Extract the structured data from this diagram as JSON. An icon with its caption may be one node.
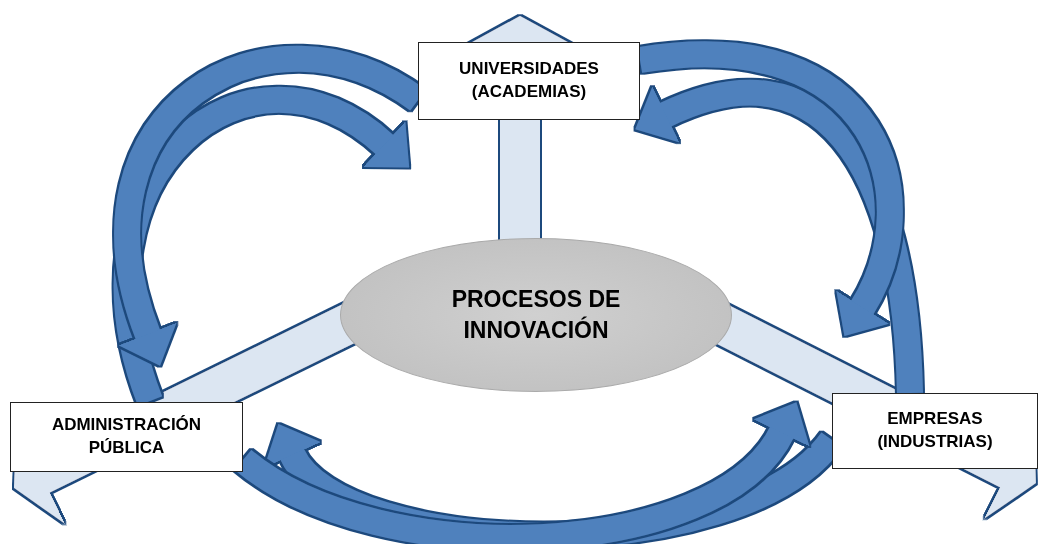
{
  "diagram": {
    "nodes": [
      {
        "text": [
          "PROCESOS DE INNOVACIÓN"
        ]
      },
      {
        "text": [
          "UNIVERSIDADES (ACADEMIAS)"
        ]
      },
      {
        "text": [
          "ADMINISTRACIÓN PÚBLICA"
        ]
      },
      {
        "text": [
          "EMPRESAS (INDUSTRIAS)"
        ]
      }
    ],
    "edges": [
      {
        "from": 0,
        "to": 1,
        "arrow": "to",
        "color": "#dce6f2"
      },
      {
        "from": 0,
        "to": 2,
        "arrow": "to",
        "color": "#dce6f2"
      },
      {
        "from": 0,
        "to": 3,
        "arrow": "to",
        "color": "#dce6f2"
      },
      {
        "from": 2,
        "to": 1,
        "arrow": "to"
      },
      {
        "from": 1,
        "to": 2,
        "arrow": "to"
      },
      {
        "from": 3,
        "to": 1,
        "arrow": "to"
      },
      {
        "from": 1,
        "to": 3,
        "arrow": "to"
      },
      {
        "from": 3,
        "to": 2,
        "arrow": "to"
      },
      {
        "from": 2,
        "to": 3,
        "arrow": "to"
      }
    ]
  }
}
